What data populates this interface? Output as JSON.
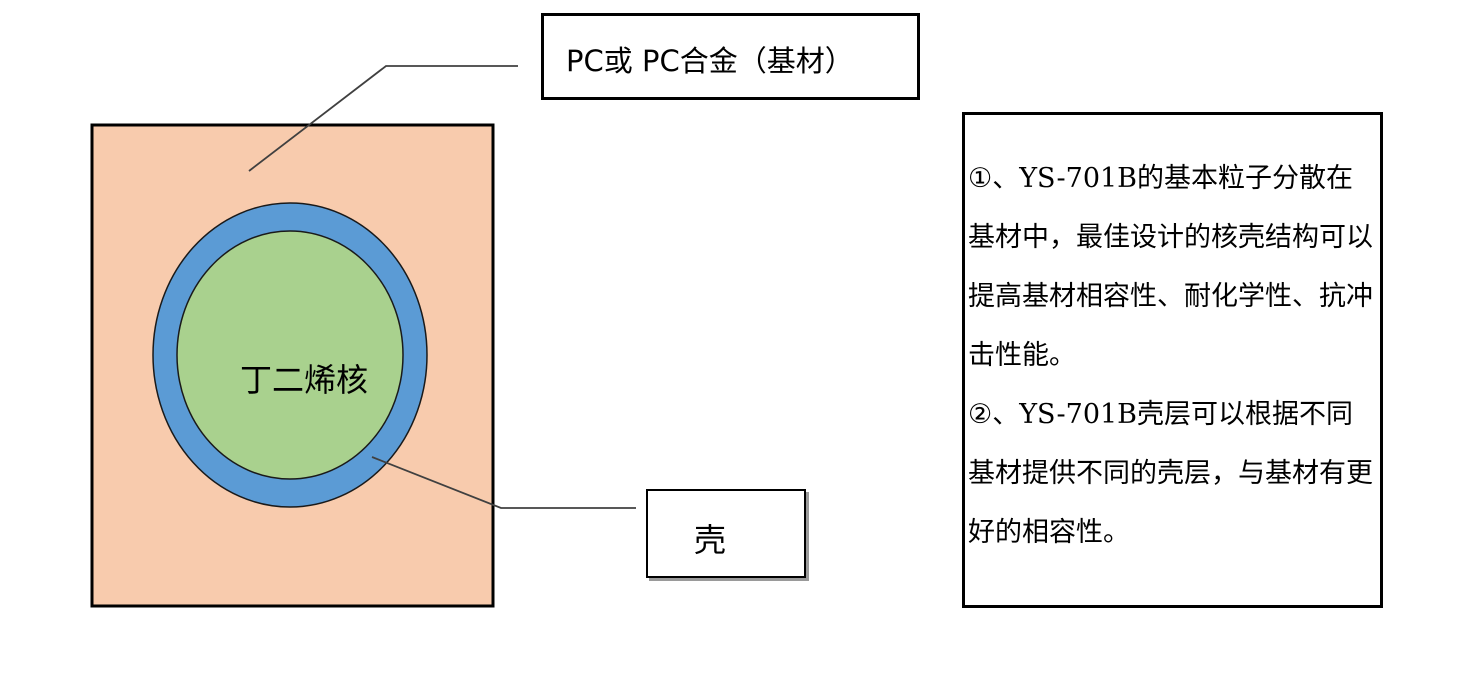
{
  "diagram": {
    "substrate_label": "PC或 PC合金（基材）",
    "core_label": "丁二烯核",
    "shell_label": "壳",
    "description": [
      {
        "marker": "①",
        "text": "、YS-701B的基本粒子分散在基材中，最佳设计的核壳结构可以提高基材相容性、耐化学性、抗冲击性能。"
      },
      {
        "marker": "②",
        "text": "、YS-701B壳层可以根据不同基材提供不同的壳层，与基材有更好的相容性。"
      }
    ]
  },
  "colors": {
    "substrate": "#F8CBAD",
    "shell": "#5B9BD5",
    "core": "#A9D18E",
    "border": "#000000",
    "leader": "#404040"
  }
}
